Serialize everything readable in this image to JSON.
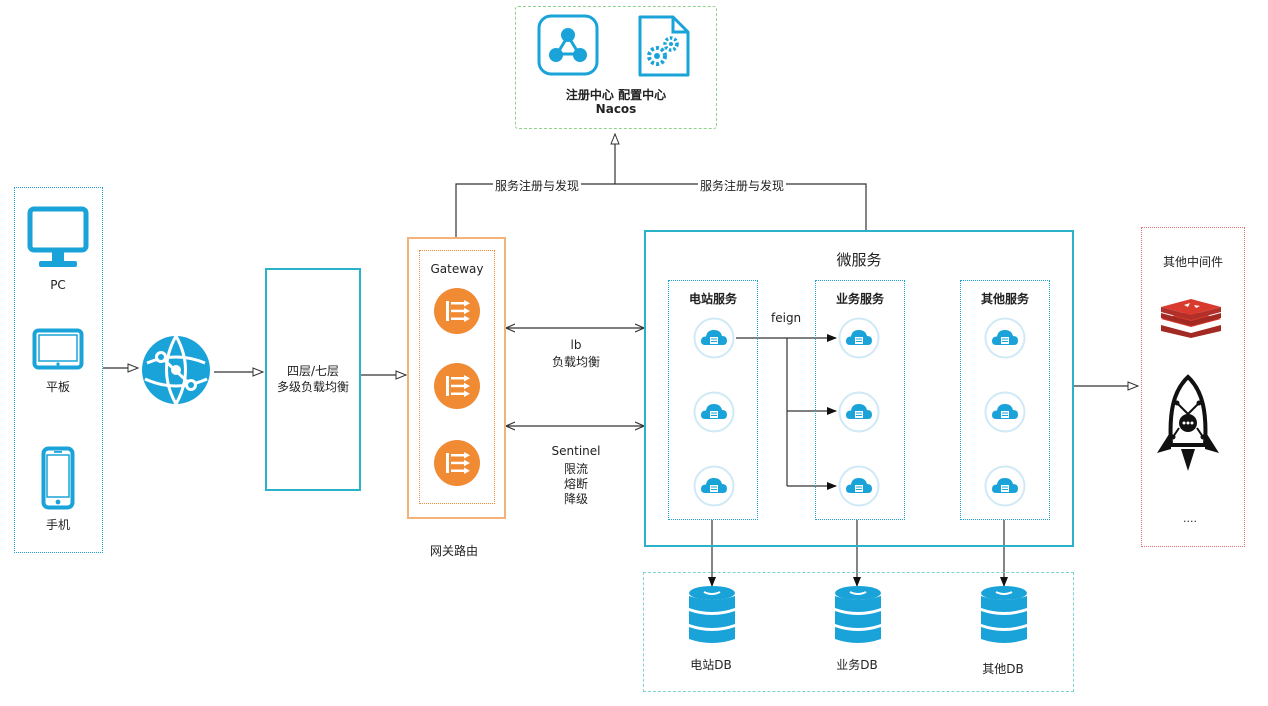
{
  "nacos": {
    "line1": "注册中心 配置中心",
    "line2": "Nacos"
  },
  "registration": {
    "left_label": "服务注册与发现",
    "right_label": "服务注册与发现"
  },
  "clients": {
    "items": [
      {
        "label": "PC"
      },
      {
        "label": "平板"
      },
      {
        "label": "手机"
      }
    ]
  },
  "load_balancer": {
    "line1": "四层/七层",
    "line2": "多级负载均衡"
  },
  "gateway": {
    "title": "Gateway",
    "caption": "网关路由"
  },
  "links": {
    "lb": {
      "line1": "lb",
      "line2": "负载均衡"
    },
    "sentinel": {
      "line1": "Sentinel",
      "line2": "限流",
      "line3": "熔断",
      "line4": "降级"
    }
  },
  "microservices": {
    "title": "微服务",
    "feign_label": "feign",
    "groups": [
      {
        "label": "电站服务"
      },
      {
        "label": "业务服务"
      },
      {
        "label": "其他服务"
      }
    ]
  },
  "middleware": {
    "title": "其他中间件",
    "more": "...."
  },
  "databases": {
    "items": [
      {
        "label": "电站DB"
      },
      {
        "label": "业务DB"
      },
      {
        "label": "其他DB"
      }
    ]
  },
  "colors": {
    "accent_blue": "#1aa3d9",
    "cyan_border": "#2ab3c8",
    "orange": "#f08a33",
    "green_dash": "#8fd18a",
    "red_dash": "#e57373",
    "redis_red": "#d83b2e",
    "line": "#333333"
  }
}
